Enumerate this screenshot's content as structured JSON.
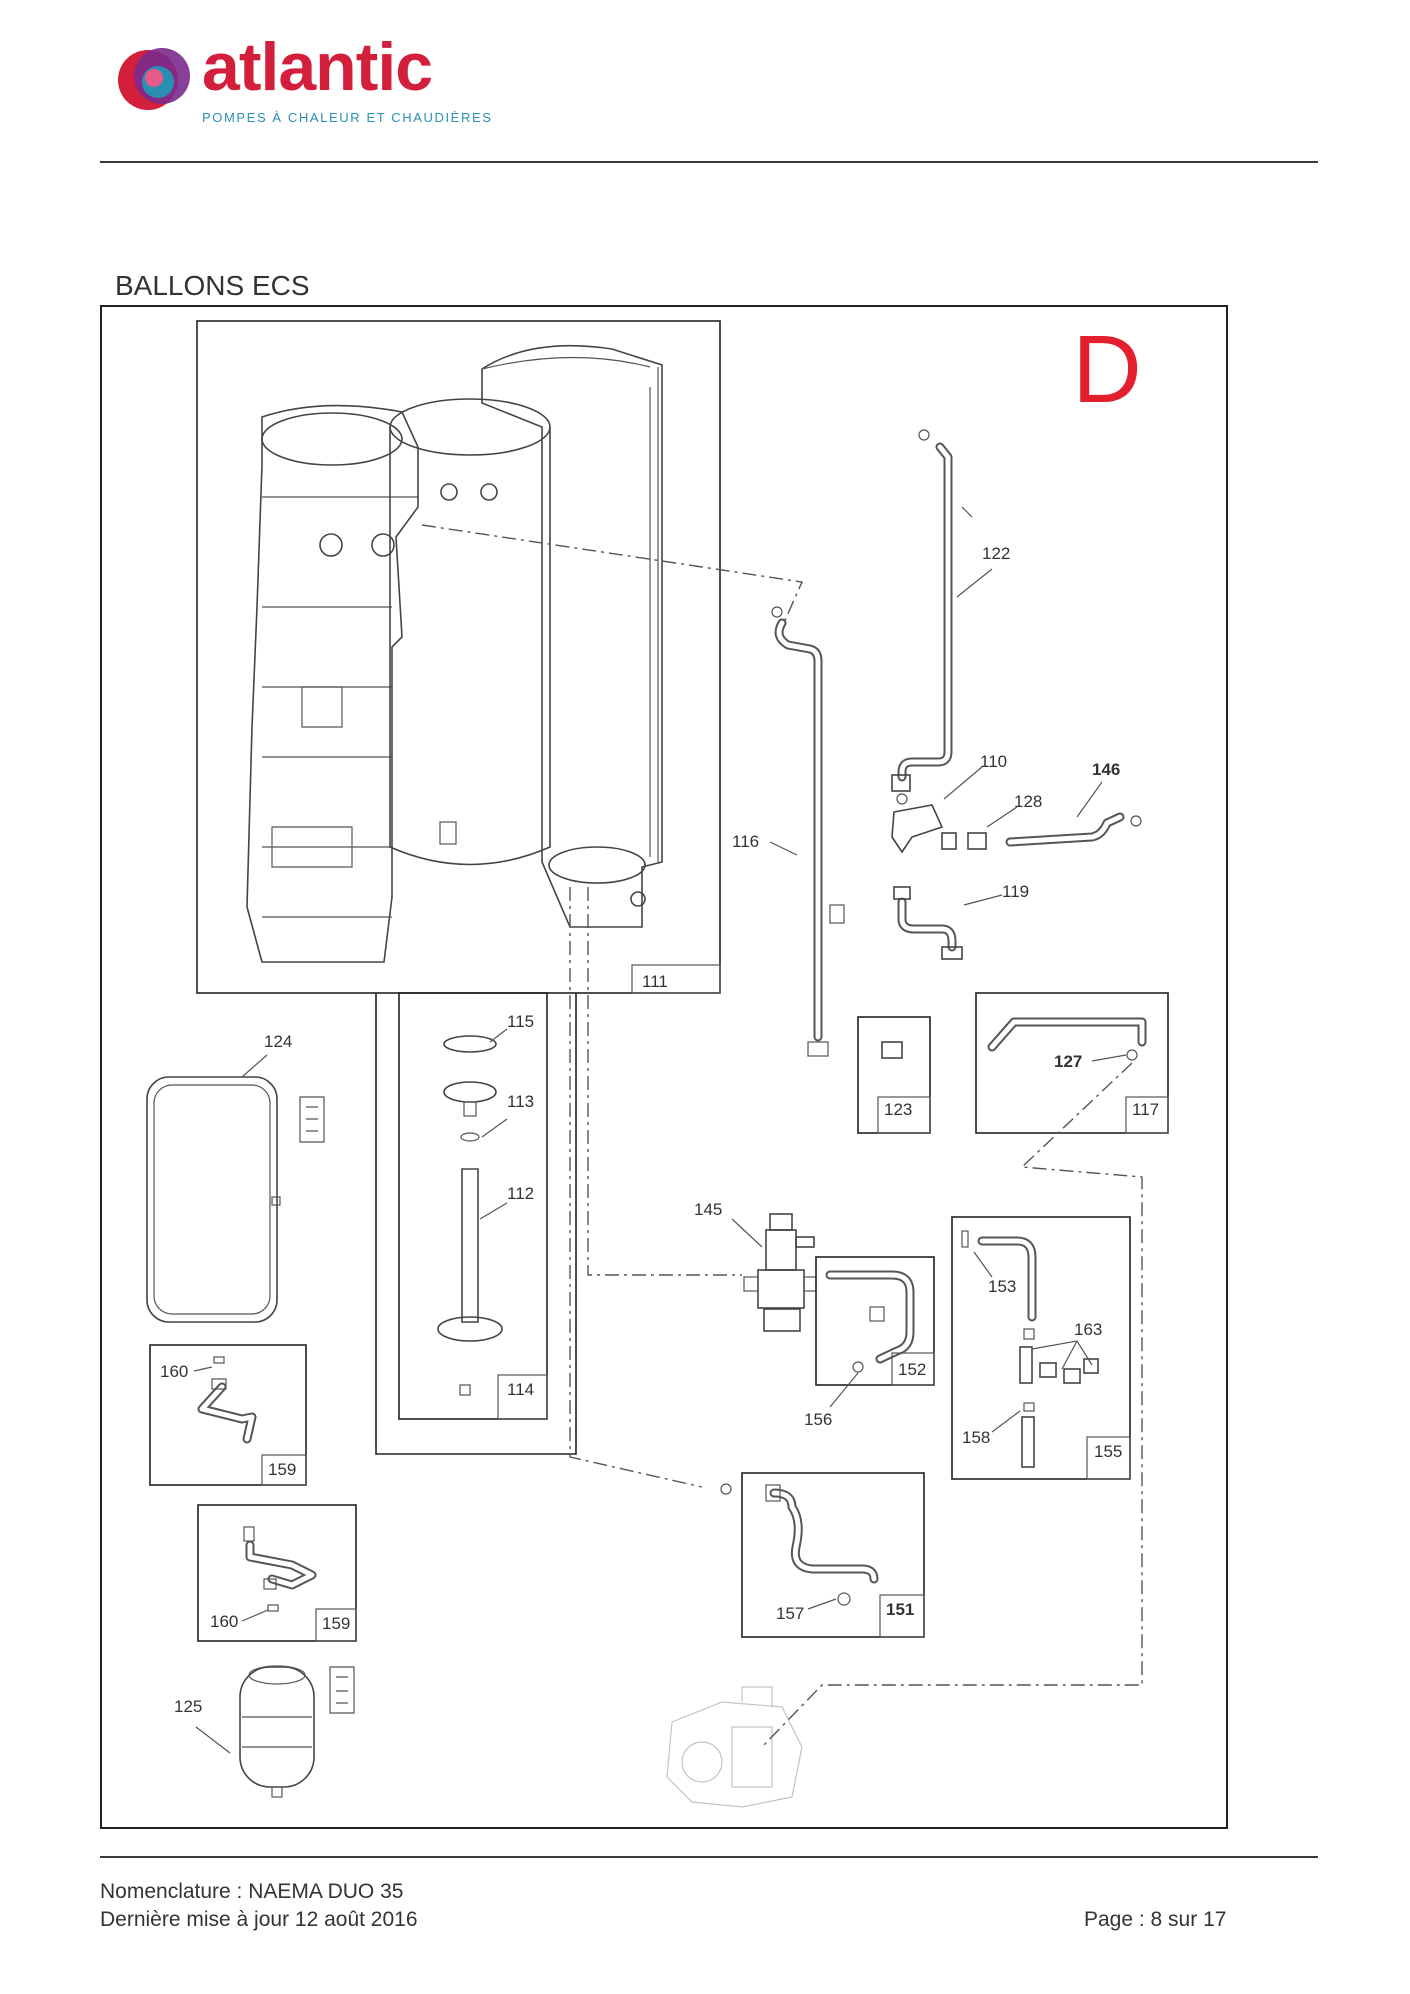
{
  "brand": {
    "name": "atlantic",
    "tagline": "POMPES À CHALEUR ET CHAUDIÈRES",
    "colors": {
      "red": "#d41f3c",
      "purple": "#7b2a8c",
      "blue": "#2a8fb4"
    }
  },
  "section": {
    "title": "BALLONS ECS",
    "letter": "D",
    "letter_color": "#e31e2d"
  },
  "parts": [
    {
      "id": "p111",
      "label": "111"
    },
    {
      "id": "p110",
      "label": "110"
    },
    {
      "id": "p112",
      "label": "112"
    },
    {
      "id": "p113",
      "label": "113"
    },
    {
      "id": "p114",
      "label": "114"
    },
    {
      "id": "p115",
      "label": "115"
    },
    {
      "id": "p116",
      "label": "116"
    },
    {
      "id": "p117",
      "label": "117"
    },
    {
      "id": "p119",
      "label": "119"
    },
    {
      "id": "p122",
      "label": "122"
    },
    {
      "id": "p123",
      "label": "123"
    },
    {
      "id": "p124",
      "label": "124"
    },
    {
      "id": "p125",
      "label": "125"
    },
    {
      "id": "p127",
      "label": "127"
    },
    {
      "id": "p128",
      "label": "128"
    },
    {
      "id": "p145",
      "label": "145"
    },
    {
      "id": "p146",
      "label": "146"
    },
    {
      "id": "p151",
      "label": "151"
    },
    {
      "id": "p152",
      "label": "152"
    },
    {
      "id": "p153",
      "label": "153"
    },
    {
      "id": "p155",
      "label": "155"
    },
    {
      "id": "p156",
      "label": "156"
    },
    {
      "id": "p157",
      "label": "157"
    },
    {
      "id": "p158",
      "label": "158"
    },
    {
      "id": "p159a",
      "label": "159"
    },
    {
      "id": "p159b",
      "label": "159"
    },
    {
      "id": "p160a",
      "label": "160"
    },
    {
      "id": "p160b",
      "label": "160"
    },
    {
      "id": "p163",
      "label": "163"
    }
  ],
  "footer": {
    "line1": "Nomenclature : NAEMA DUO 35",
    "line2": "Dernière mise à jour 12 août 2016",
    "page": "Page : 8 sur 17"
  }
}
